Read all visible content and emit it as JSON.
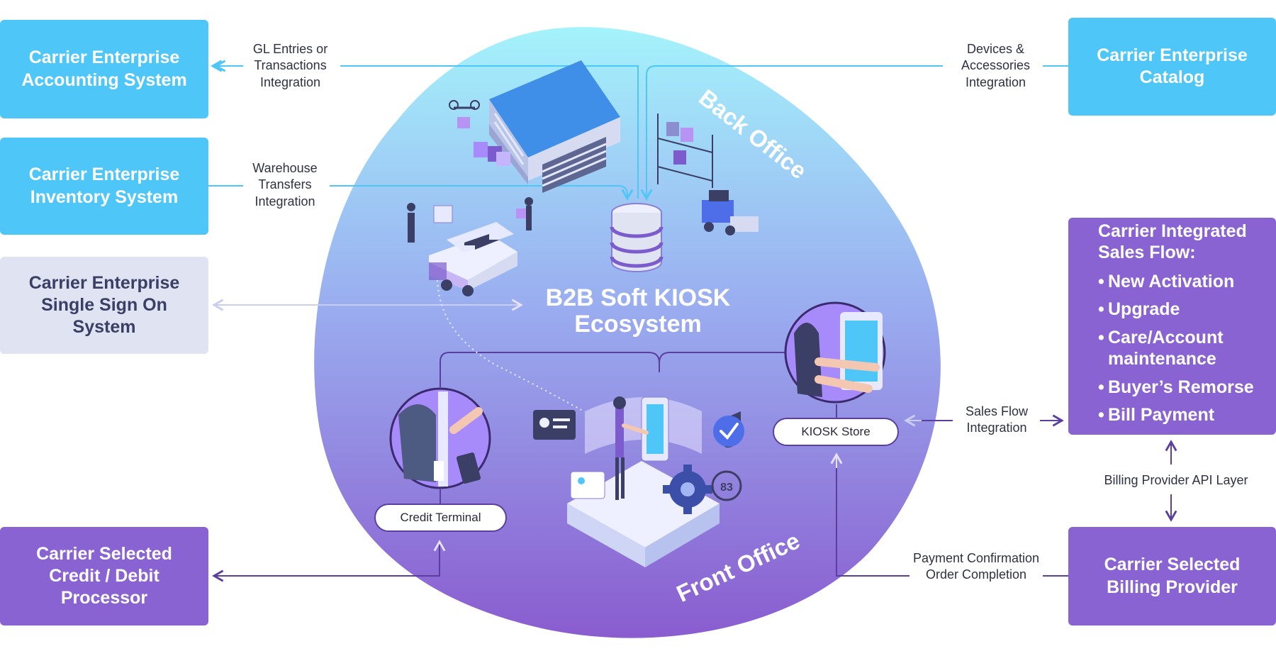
{
  "boxes": {
    "accounting": "Carrier Enterprise Accounting System",
    "inventory": "Carrier Enterprise Inventory System",
    "sso": "Carrier Enterprise Single Sign On System",
    "processor": "Carrier Selected Credit / Debit Processor",
    "catalog": "Carrier Enterprise Catalog",
    "billing_provider": "Carrier Selected Billing Provider"
  },
  "sales_flow": {
    "title": "Carrier Integrated Sales Flow:",
    "items": [
      "New Activation",
      "Upgrade",
      "Care/Account maintenance",
      "Buyer’s Remorse",
      "Bill Payment"
    ]
  },
  "labels": {
    "gl": "GL Entries or Transactions Integration",
    "warehouse": "Warehouse Transfers Integration",
    "devices": "Devices & Accessories Integration",
    "sales_flow_integration": "Sales Flow Integration",
    "billing_api": "Billing Provider API Layer",
    "payment": "Payment Confirmation Order Completion"
  },
  "ecosystem": {
    "title": "B2B Soft KIOSK Ecosystem",
    "back_office": "Back Office",
    "front_office": "Front Office",
    "kiosk_store": "KIOSK Store",
    "credit_terminal": "Credit Terminal"
  },
  "colors": {
    "light_blue": "#4ec6f8",
    "purple": "#8a63d2",
    "grey": "#dfe3f2",
    "dark_purple": "#5b3f9e"
  },
  "icons": [
    "warehouse-icon",
    "drone-icon",
    "shelves-icon",
    "forklift-icon",
    "truck-icon",
    "database-icon",
    "kiosk-person-icon",
    "credit-terminal-icon",
    "checkmark-icon",
    "gear-icon"
  ]
}
